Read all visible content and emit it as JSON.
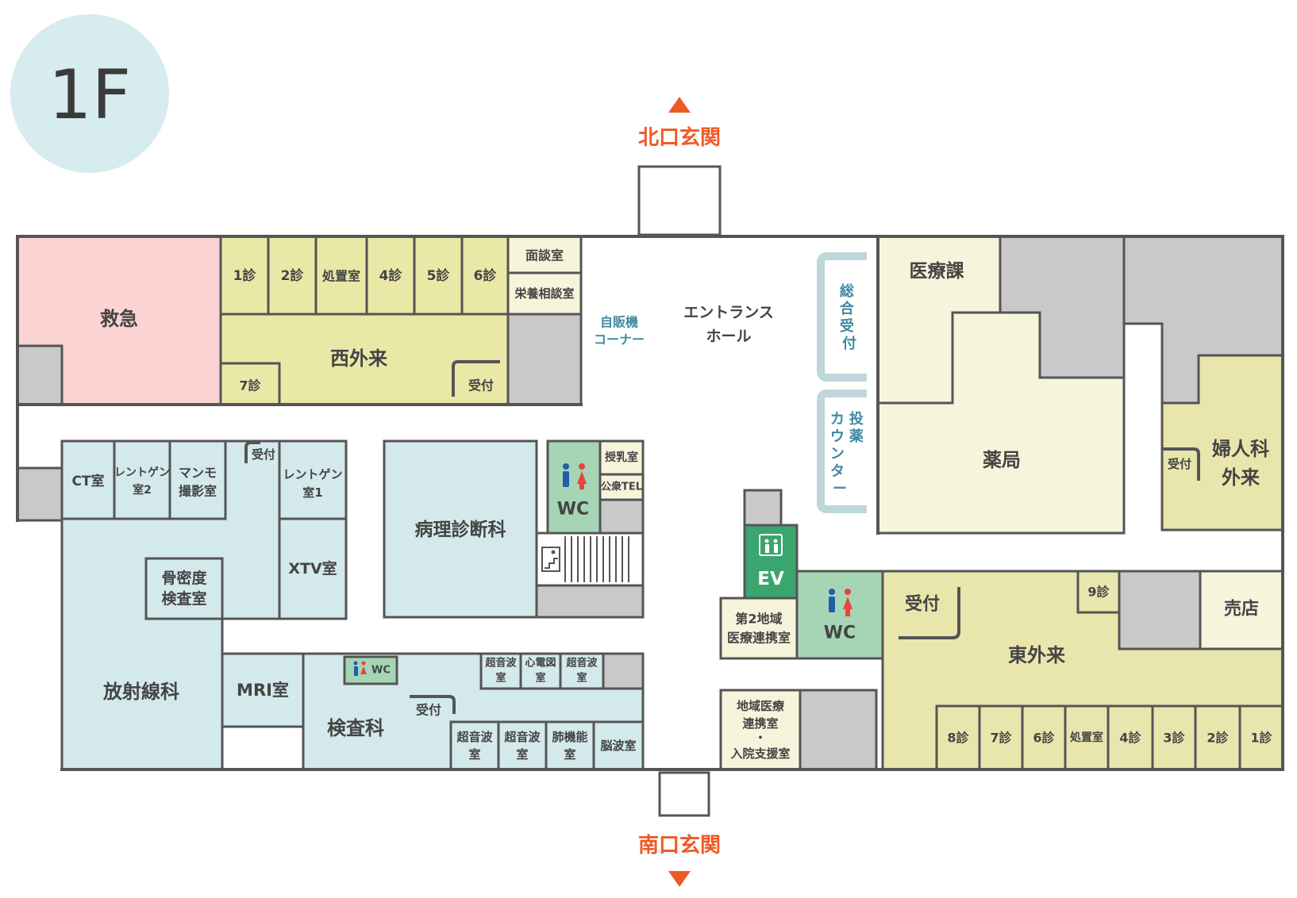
{
  "floor": "1F",
  "colors": {
    "emergency": "#fcd3d3",
    "west_outpatient": "#eae8a7",
    "east_outpatient": "#e9e6ad",
    "clinic_blue": "#d4e9eb",
    "office_cream": "#f7f4dc",
    "service_gray": "#c9c9c9",
    "restroom_green": "#a6d5b6",
    "elevator_green": "#3aa56e",
    "entrance_orange": "#ee5a24",
    "floor_badge": "#d6ecef",
    "wall": "#555555"
  },
  "entrances": {
    "north": "北口玄関",
    "south": "南口玄関"
  },
  "west": {
    "emergency": "救急",
    "rooms": [
      "1診",
      "2診",
      "処置室",
      "4診",
      "5診",
      "6診"
    ],
    "interview": "面談室",
    "nutrition": "栄養相談室",
    "outpatient": "西外来",
    "room7": "7診",
    "reception": "受付"
  },
  "center": {
    "vending": [
      "自販機",
      "コーナー"
    ],
    "hall": [
      "エントランス",
      "ホール"
    ],
    "general_reception": "総合受付",
    "medicine_counter": [
      "投薬",
      "カウンター"
    ]
  },
  "radiology": {
    "ct": "CT室",
    "xray2": [
      "レントゲン",
      "室2"
    ],
    "mammo": [
      "マンモ",
      "撮影室"
    ],
    "reception": "受付",
    "xray1": [
      "レントゲン",
      "室1"
    ],
    "xtv": "XTV室",
    "bone": [
      "骨密度",
      "検査室"
    ],
    "name": "放射線科",
    "mri": "MRI室"
  },
  "pathology": {
    "name": "病理診断科",
    "nursing": "授乳室",
    "phone": "公衆TEL",
    "wc": "WC"
  },
  "lab": {
    "name": "検査科",
    "wc": "WC",
    "reception": "受付",
    "upper_rooms": [
      [
        "超音波",
        "室"
      ],
      [
        "心電図",
        "室"
      ],
      [
        "超音波",
        "室"
      ]
    ],
    "lower_rooms": [
      [
        "超音波",
        "室"
      ],
      [
        "超音波",
        "室"
      ],
      [
        "肺機能",
        "室"
      ],
      [
        "脳波室"
      ]
    ]
  },
  "east": {
    "medical_affairs": "医療課",
    "pharmacy": "薬局",
    "gyn_reception": "受付",
    "gynecology": [
      "婦人科",
      "外来"
    ],
    "ev": "EV",
    "regional2": [
      "第2地域",
      "医療連携室"
    ],
    "wc": "WC",
    "regional": [
      "地域医療",
      "連携室",
      "・",
      "入院支援室"
    ],
    "reception": "受付",
    "room9": "9診",
    "shop": "売店",
    "outpatient": "東外来",
    "rooms": [
      "8診",
      "7診",
      "6診",
      "処置室",
      "4診",
      "3診",
      "2診",
      "1診"
    ]
  }
}
